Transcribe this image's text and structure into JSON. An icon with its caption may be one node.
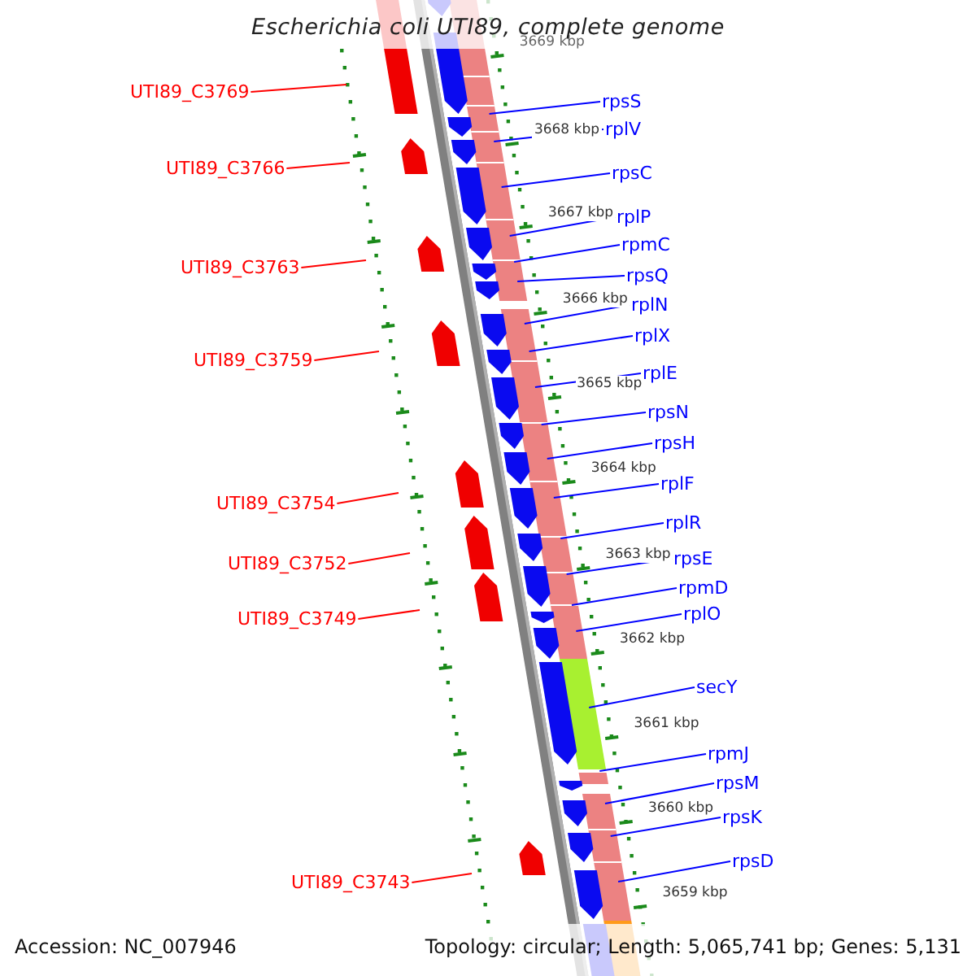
{
  "diagram": {
    "title": "Escherichia coli UTI89, complete genome",
    "nodes": [
      {
        "text": [
          "UTI89_C3769"
        ]
      },
      {
        "text": [
          "UTI89_C3766"
        ]
      },
      {
        "text": [
          "UTI89_C3763"
        ]
      },
      {
        "text": [
          "UTI89_C3759"
        ]
      },
      {
        "text": [
          "UTI89_C3754"
        ]
      },
      {
        "text": [
          "UTI89_C3752"
        ]
      },
      {
        "text": [
          "UTI89_C3749"
        ]
      },
      {
        "text": [
          "UTI89_C3743"
        ]
      },
      {
        "text": [
          "rpsS"
        ]
      },
      {
        "text": [
          "rplV"
        ]
      },
      {
        "text": [
          "rpsC"
        ]
      },
      {
        "text": [
          "rplP"
        ]
      },
      {
        "text": [
          "rpmC"
        ]
      },
      {
        "text": [
          "rpsQ"
        ]
      },
      {
        "text": [
          "rplN"
        ]
      },
      {
        "text": [
          "rplX"
        ]
      },
      {
        "text": [
          "rplE"
        ]
      },
      {
        "text": [
          "rpsN"
        ]
      },
      {
        "text": [
          "rpsH"
        ]
      },
      {
        "text": [
          "rplF"
        ]
      },
      {
        "text": [
          "rplR"
        ]
      },
      {
        "text": [
          "rpsE"
        ]
      },
      {
        "text": [
          "rpmD"
        ]
      },
      {
        "text": [
          "rplO"
        ]
      },
      {
        "text": [
          "secY"
        ]
      },
      {
        "text": [
          "rpmJ"
        ]
      },
      {
        "text": [
          "rpsM"
        ]
      },
      {
        "text": [
          "rpsK"
        ]
      },
      {
        "text": [
          "rpsD"
        ]
      }
    ],
    "edges": [
      {
        "from": 0,
        "to": null,
        "arrow": "none",
        "color": "#ff0000"
      },
      {
        "from": 1,
        "to": null,
        "arrow": "none",
        "color": "#ff0000"
      },
      {
        "from": 2,
        "to": null,
        "arrow": "none",
        "color": "#ff0000"
      },
      {
        "from": 3,
        "to": null,
        "arrow": "none",
        "color": "#ff0000"
      },
      {
        "from": 4,
        "to": null,
        "arrow": "none",
        "color": "#ff0000"
      },
      {
        "from": 5,
        "to": null,
        "arrow": "none",
        "color": "#ff0000"
      },
      {
        "from": 6,
        "to": null,
        "arrow": "none",
        "color": "#ff0000"
      },
      {
        "from": 7,
        "to": null,
        "arrow": "none",
        "color": "#ff0000"
      },
      {
        "from": 8,
        "to": null,
        "arrow": "none"
      },
      {
        "from": 9,
        "to": null,
        "arrow": "none"
      },
      {
        "from": 10,
        "to": null,
        "arrow": "none"
      },
      {
        "from": 11,
        "to": null,
        "arrow": "none"
      },
      {
        "from": 12,
        "to": null,
        "arrow": "none"
      },
      {
        "from": 13,
        "to": null,
        "arrow": "none"
      },
      {
        "from": 14,
        "to": null,
        "arrow": "none"
      },
      {
        "from": 15,
        "to": null,
        "arrow": "none"
      },
      {
        "from": 16,
        "to": null,
        "arrow": "none"
      },
      {
        "from": 17,
        "to": null,
        "arrow": "none"
      },
      {
        "from": 18,
        "to": null,
        "arrow": "none"
      },
      {
        "from": 19,
        "to": null,
        "arrow": "none"
      },
      {
        "from": 20,
        "to": null,
        "arrow": "none"
      },
      {
        "from": 21,
        "to": null,
        "arrow": "none"
      },
      {
        "from": 22,
        "to": null,
        "arrow": "none"
      },
      {
        "from": 23,
        "to": null,
        "arrow": "none"
      },
      {
        "from": 24,
        "to": null,
        "arrow": "none"
      },
      {
        "from": 25,
        "to": null,
        "arrow": "none"
      },
      {
        "from": 26,
        "to": null,
        "arrow": "none"
      },
      {
        "from": 27,
        "to": null,
        "arrow": "none"
      },
      {
        "from": 28,
        "to": null,
        "arrow": "none"
      }
    ],
    "labels": [
      "3669 kbp",
      "3668 kbp",
      "3667 kbp",
      "3666 kbp",
      "3665 kbp",
      "3664 kbp",
      "3663 kbp",
      "3662 kbp",
      "3661 kbp",
      "3660 kbp",
      "3659 kbp",
      "Accession: NC_007946",
      "Topology: circular; Length: 5,065,741 bp; Genes: 5,131"
    ]
  }
}
